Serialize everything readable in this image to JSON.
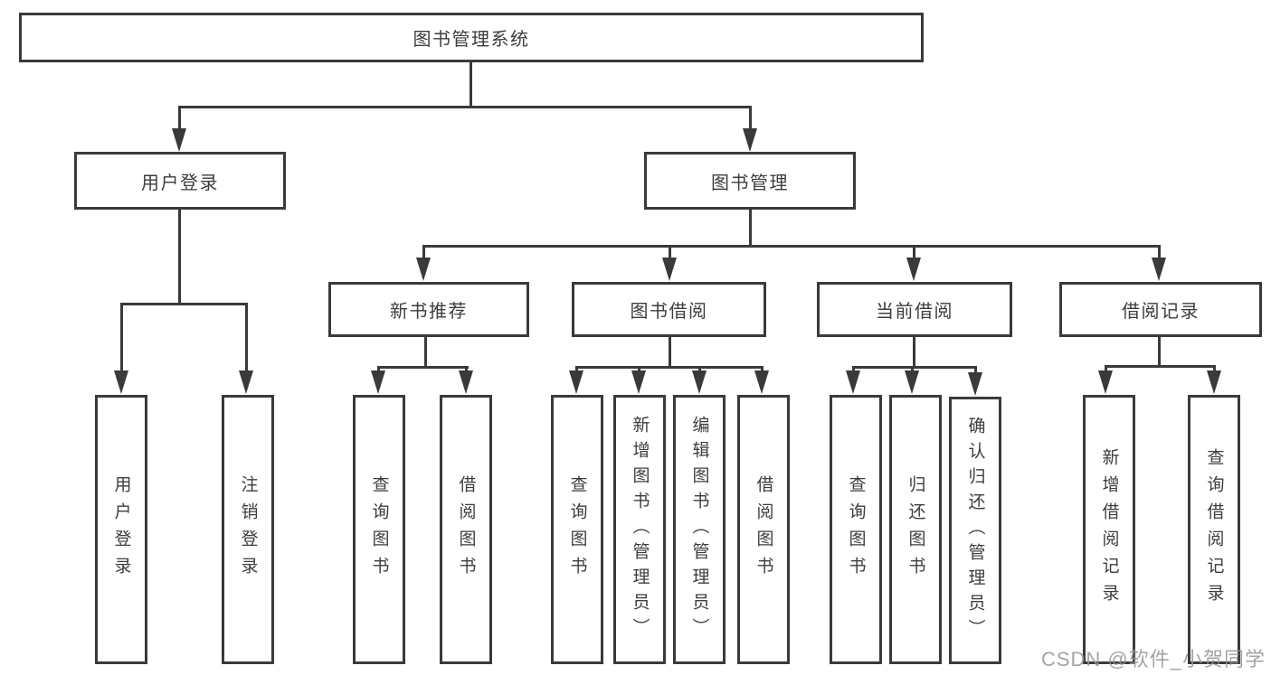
{
  "colors": {
    "line": "#3a3a3a",
    "node_text": "#3d3d3d",
    "watermark_gray": "#949494",
    "background": "#ffffff"
  },
  "watermark": {
    "text": "CSDN @软件_小贺同学"
  },
  "tree": {
    "label": "图书管理系统",
    "children": [
      {
        "label": "用户登录",
        "children": [
          {
            "label": "用户登录"
          },
          {
            "label": "注销登录"
          }
        ]
      },
      {
        "label": "图书管理",
        "children": [
          {
            "label": "新书推荐",
            "children": [
              {
                "label": "查询图书"
              },
              {
                "label": "借阅图书"
              }
            ]
          },
          {
            "label": "图书借阅",
            "children": [
              {
                "label": "查询图书"
              },
              {
                "label": "新增图书（管理员）"
              },
              {
                "label": "编辑图书（管理员）"
              },
              {
                "label": "借阅图书"
              }
            ]
          },
          {
            "label": "当前借阅",
            "children": [
              {
                "label": "查询图书"
              },
              {
                "label": "归还图书"
              },
              {
                "label": "确认归还（管理员）"
              }
            ]
          },
          {
            "label": "借阅记录",
            "children": [
              {
                "label": "新增借阅记录"
              },
              {
                "label": "查询借阅记录"
              }
            ]
          }
        ]
      }
    ]
  }
}
